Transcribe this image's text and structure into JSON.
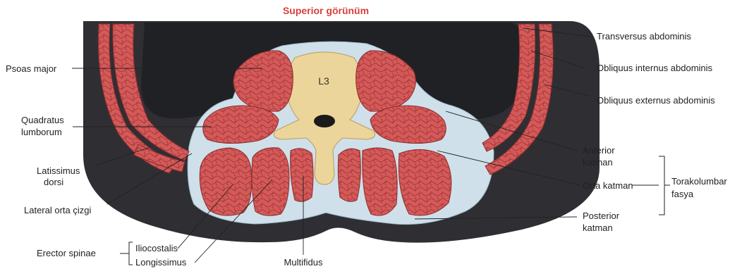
{
  "title": "Superior görünüm",
  "colors": {
    "title": "#d9403a",
    "body": "#2f2f33",
    "cavity": "#202124",
    "muscle": "#d45a5a",
    "muscle_texture": "#a83838",
    "fascia": "#cfe0ea",
    "bone": "#ecd59a"
  },
  "vertebra_label": "L3",
  "labels": {
    "transversus": "Transversus abdominis",
    "obliquus_internus": "Obliquus internus abdominis",
    "obliquus_externus": "Obliquus externus abdominis",
    "psoas": "Psoas major",
    "quadratus_line1": "Quadratus",
    "quadratus_line2": "lumborum",
    "latissimus_line1": "Latissimus",
    "latissimus_line2": "dorsi",
    "lateral_orta": "Lateral orta çizgi",
    "anterior_line1": "Anterior",
    "anterior_line2": "katman",
    "orta_katman": "Orta katman",
    "posterior_line1": "Posterior",
    "posterior_line2": "katman",
    "torakolumbar_line1": "Torakolumbar",
    "torakolumbar_line2": "fasya",
    "erector": "Erector spinae",
    "iliocostalis": "Iliocostalis",
    "longissimus": "Longissimus",
    "multifidus": "Multifidus"
  }
}
